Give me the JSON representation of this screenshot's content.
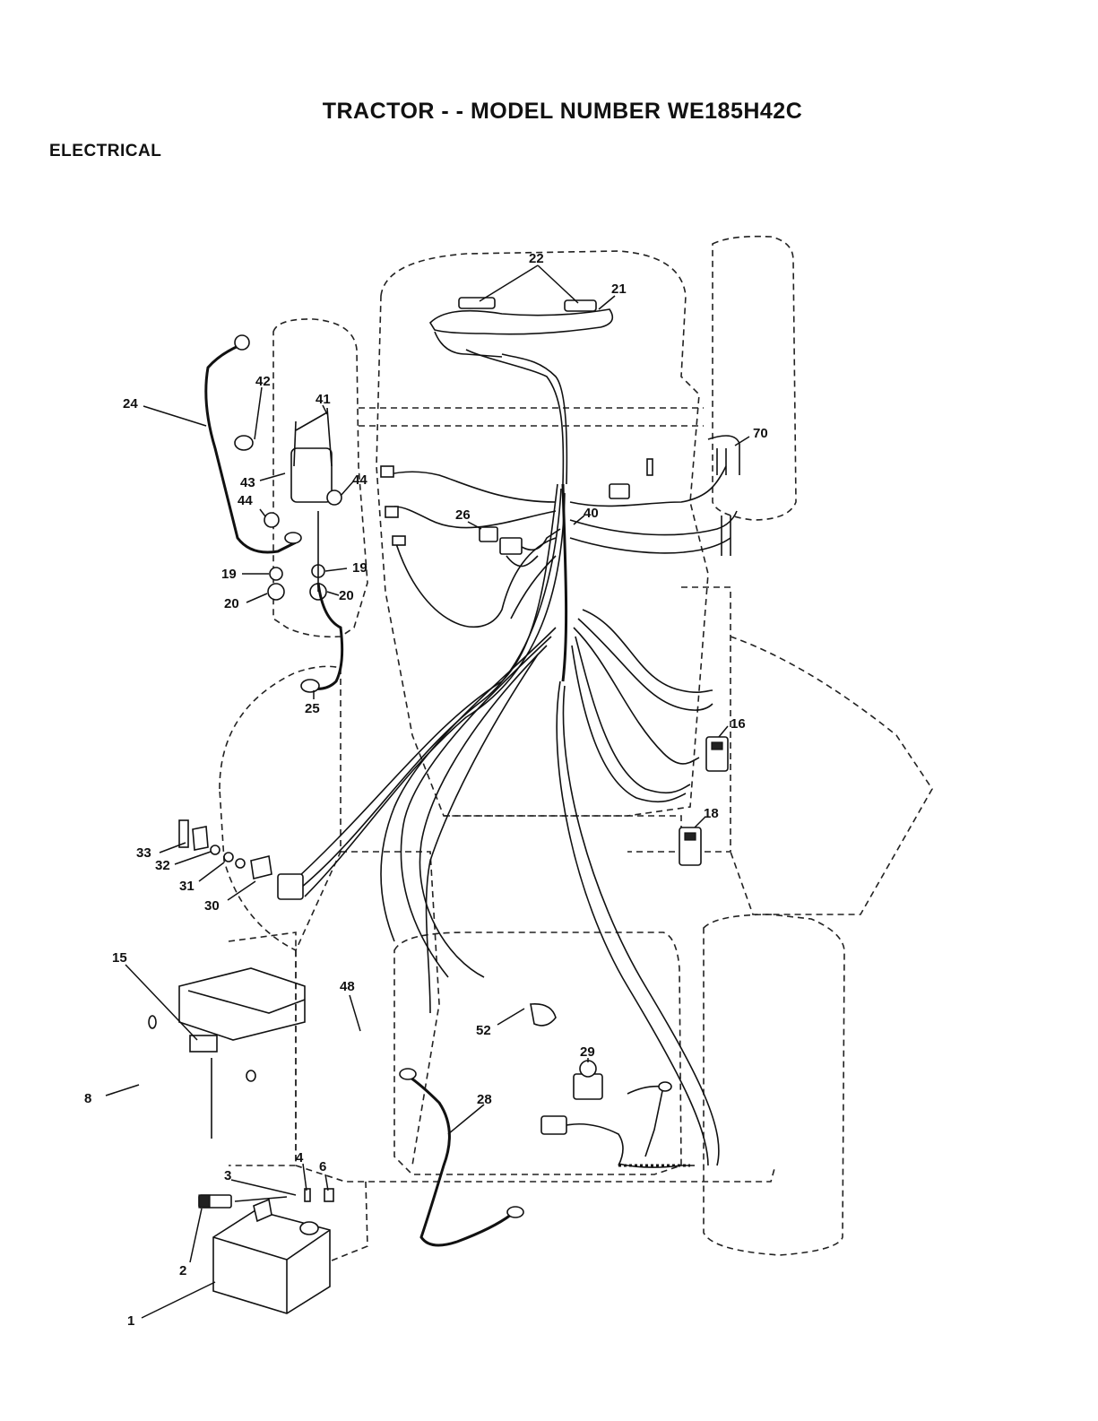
{
  "title": "TRACTOR - - MODEL NUMBER WE185H42C",
  "section": "ELECTRICAL",
  "callouts": [
    "22",
    "21",
    "70",
    "24",
    "42",
    "41",
    "43",
    "44",
    "44",
    "26",
    "40",
    "19",
    "19",
    "20",
    "20",
    "25",
    "16",
    "18",
    "33",
    "32",
    "31",
    "30",
    "15",
    "48",
    "52",
    "29",
    "8",
    "28",
    "4",
    "6",
    "3",
    "2",
    "1"
  ]
}
